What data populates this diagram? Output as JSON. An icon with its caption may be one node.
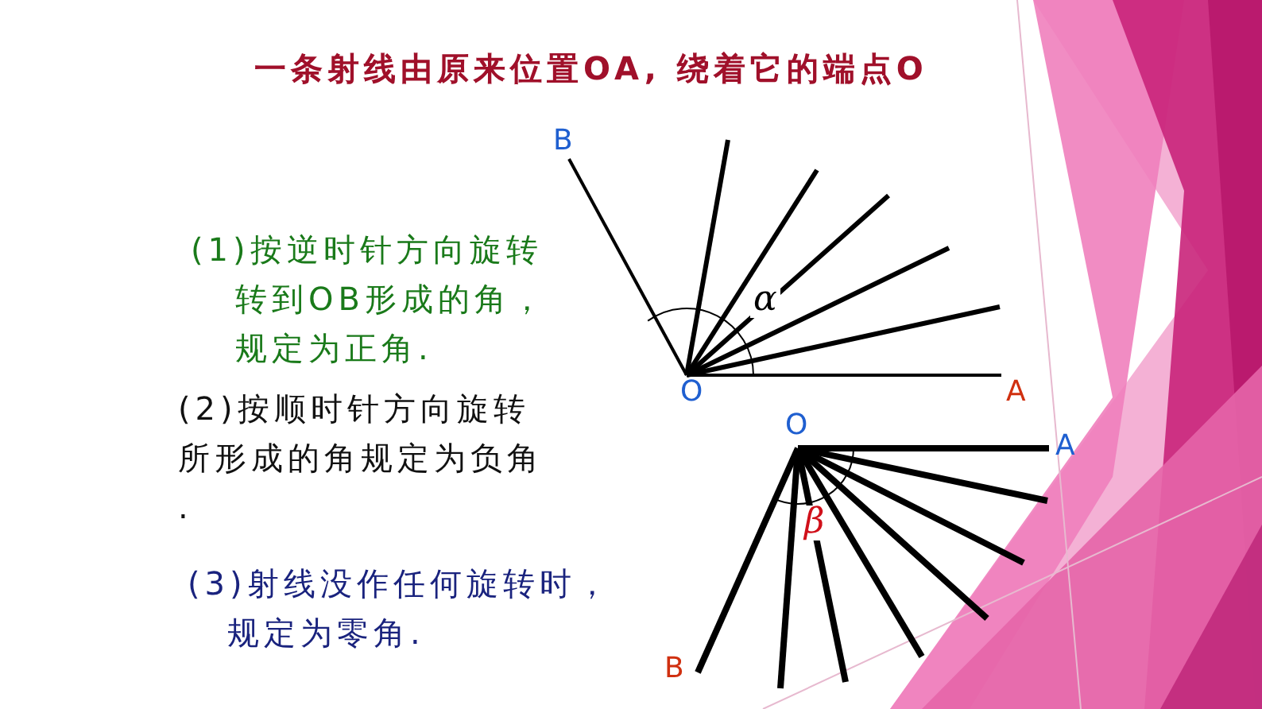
{
  "diagram": {
    "title": "一条射线由原来位置OA, 绕着它的端点O",
    "labels": [
      "B",
      "(1)按逆时针方向旋转转到OB形成的角，规定为正角.",
      "α",
      "O",
      "A",
      "(2)按顺时针方向旋转所形成的角规定为负角.",
      "O",
      "A",
      "β",
      "(3)射线没作任何旋转时，规定为零角.",
      "B"
    ]
  }
}
